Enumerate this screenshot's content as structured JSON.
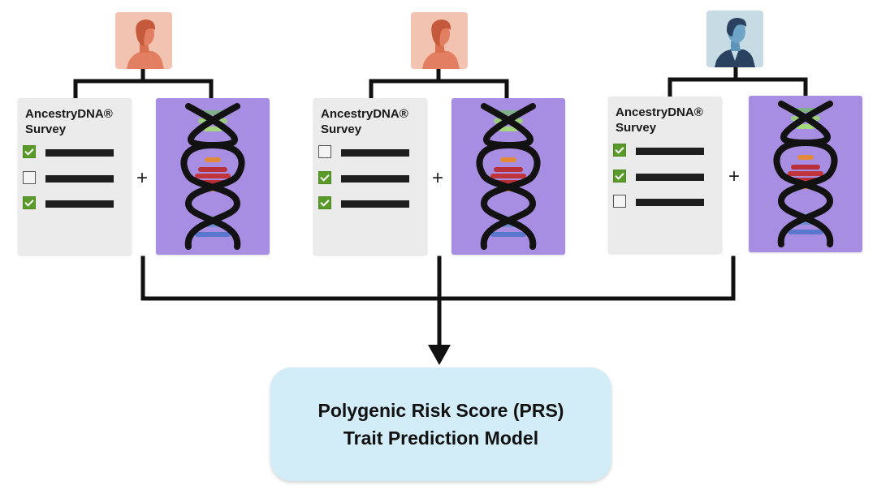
{
  "columns": [
    {
      "avatar": {
        "icon": "woman-avatar-icon",
        "bg": "#f3c3b2",
        "fg": "#e27f63",
        "hair": "#c5593c"
      },
      "survey": {
        "title_line1": "AncestryDNA®",
        "title_line2": "Survey",
        "checks": [
          true,
          false,
          true
        ]
      },
      "plus": "+"
    },
    {
      "avatar": {
        "icon": "woman-avatar-icon",
        "bg": "#f3c3b2",
        "fg": "#e27f63",
        "hair": "#c5593c"
      },
      "survey": {
        "title_line1": "AncestryDNA®",
        "title_line2": "Survey",
        "checks": [
          false,
          true,
          true
        ]
      },
      "plus": "+"
    },
    {
      "avatar": {
        "icon": "man-avatar-icon",
        "bg": "#c6dbe3",
        "fg": "#6ea4c6",
        "hair": "#2a4260"
      },
      "survey": {
        "title_line1": "AncestryDNA®",
        "title_line2": "Survey",
        "checks": [
          true,
          true,
          false
        ]
      },
      "plus": "+"
    }
  ],
  "model": {
    "line1": "Polygenic Risk Score (PRS)",
    "line2": "Trait Prediction Model"
  },
  "colors": {
    "check_green": "#5a9a2a",
    "dna_card_bg": "#a88ee3",
    "model_bg": "#d2edf7",
    "rung_colors": [
      "#7fb08a",
      "#9ccc7d",
      "#a6d67e",
      "#e08a3a",
      "#b8313a",
      "#c0343c",
      "#b82f36",
      "#e08a3a",
      "#8aa9dc",
      "#6d8fd3",
      "#5977cc"
    ]
  }
}
